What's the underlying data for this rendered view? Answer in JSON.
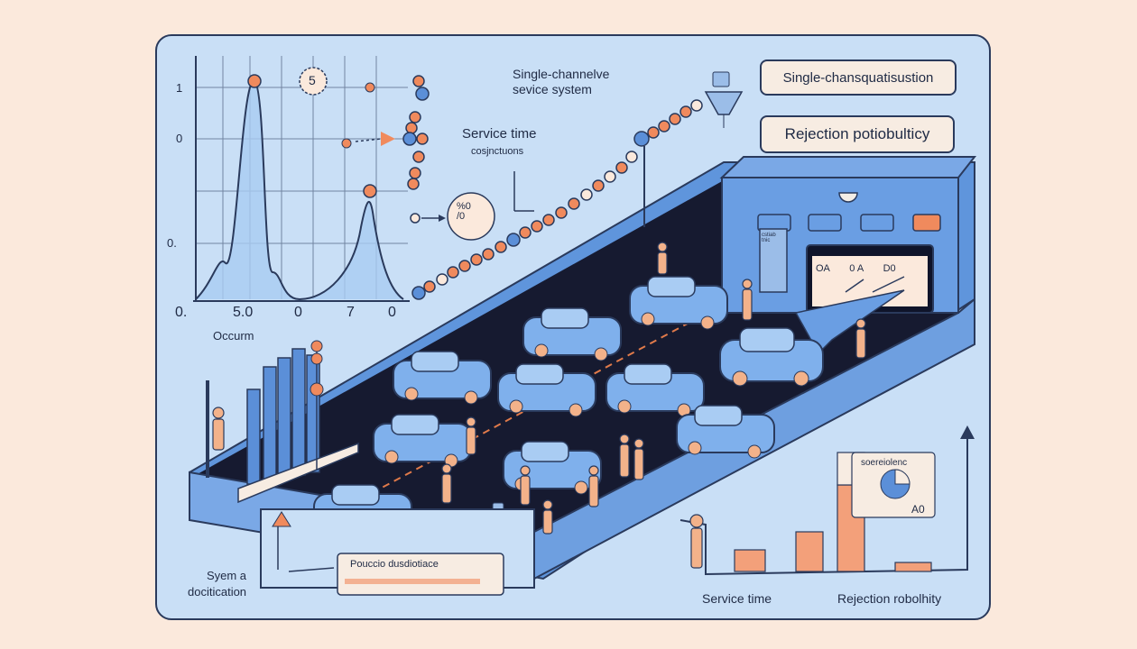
{
  "colors": {
    "background": "#fbe9dc",
    "panel": "#c9dff6",
    "accent": "#f08a5d",
    "blue": "#5b8fd8",
    "road": "#161a30",
    "outline": "#2a3a5c"
  },
  "chart": {
    "y_ticks": [
      "1",
      "0",
      "0."
    ],
    "x_ticks": [
      "0.",
      "5.0",
      "0",
      "7",
      "0"
    ],
    "marker_label": "5",
    "xlabel": "Occurm"
  },
  "labels": {
    "title": "Single-channelve\nsevice system",
    "box_top_right": "Single-chansquatisustion",
    "box_rejection": "Rejection potiobulticy",
    "service_time": "Service time",
    "service_sub": "cosjnctuons",
    "percent_circle": "%0\n/0",
    "building_sign": "OA       0 A       D0",
    "pie_caption": "soereiolenc",
    "pie_value": "A0",
    "bottom_service": "Service time",
    "bottom_rejection": "Rejection robolhity",
    "system_doc": "Syem a\ndocitication",
    "banner": "Pouccio dusdiotiace",
    "booth_sign": "cstiab\ntnic"
  }
}
